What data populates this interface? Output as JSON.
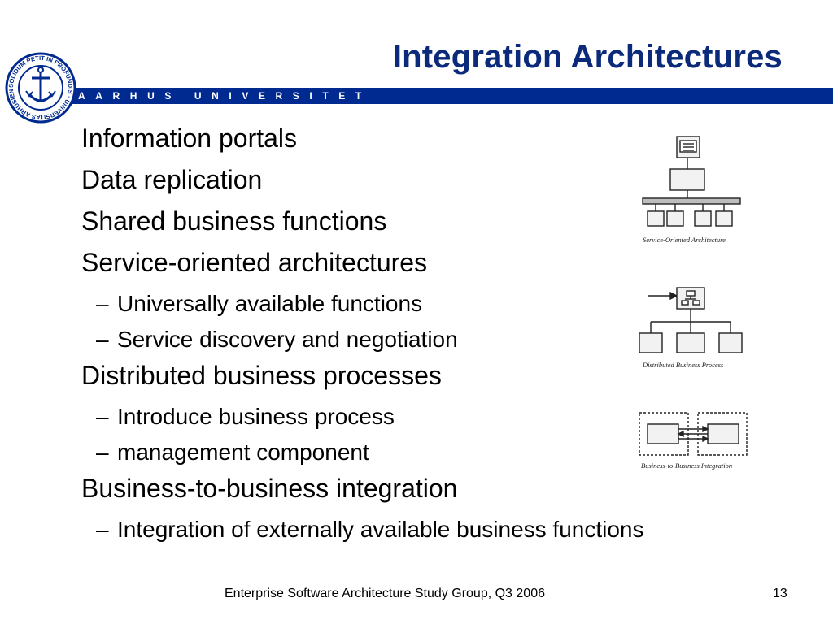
{
  "slide": {
    "title": "Integration Architectures",
    "university": "AARHUS UNIVERSITET",
    "logo_ring_text": "SOLIDUM PETIT IN PROFUNDIS · UNIVERSITAS ARHUSIENSIS",
    "brand_color": "#002a8f"
  },
  "bullets": [
    {
      "text": "Information portals",
      "level": 1
    },
    {
      "text": "Data replication",
      "level": 1
    },
    {
      "text": "Shared business functions",
      "level": 1
    },
    {
      "text": "Service-oriented architectures",
      "level": 1
    },
    {
      "text": "Universally available functions",
      "level": 2
    },
    {
      "text": "Service discovery and negotiation",
      "level": 2
    },
    {
      "text": "Distributed business processes",
      "level": 1
    },
    {
      "text": "Introduce business process",
      "level": 2
    },
    {
      "text": "management component",
      "level": 2
    },
    {
      "text": "Business-to-business integration",
      "level": 1
    },
    {
      "text": "Integration of externally available business functions",
      "level": 2
    }
  ],
  "figures": {
    "soa_caption": "Service-Oriented Architecture",
    "dbp_caption": "Distributed Business Process",
    "b2b_caption": "Business-to-Business Integration"
  },
  "footer": {
    "text": "Enterprise Software Architecture Study Group, Q3 2006",
    "page": "13"
  }
}
